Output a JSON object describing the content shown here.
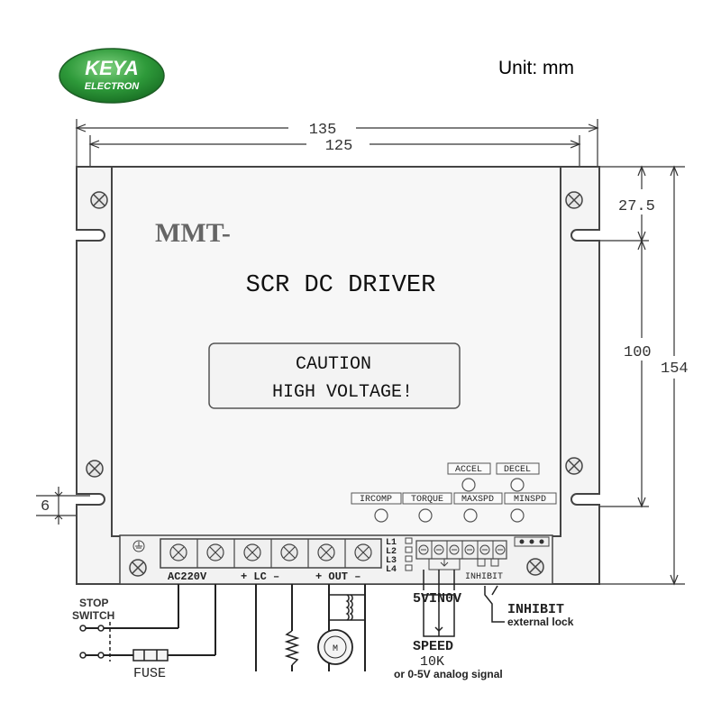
{
  "logo": {
    "line1": "KEYA",
    "line2": "ELECTRON",
    "color": "#2e9a3a"
  },
  "unit_label": "Unit: mm",
  "dimensions": {
    "width_outer": "135",
    "width_inner": "125",
    "top_offset": "27.5",
    "hole_spacing": "100",
    "height": "154",
    "slot": "6"
  },
  "panel": {
    "model": "MMT-",
    "title": "SCR DC DRIVER",
    "caution_line1": "CAUTION",
    "caution_line2": "HIGH VOLTAGE!"
  },
  "pots": {
    "top_row": [
      "ACCEL",
      "DECEL"
    ],
    "bottom_row": [
      "IRCOMP",
      "TORQUE",
      "MAXSPD",
      "MINSPD"
    ]
  },
  "leds": [
    "L1",
    "L2",
    "L3",
    "L4"
  ],
  "terminals": {
    "ac": "AC220V",
    "lc": "+ LC –",
    "out": "+ OUT –",
    "inhibit": "INHIBIT"
  },
  "wiring": {
    "stop_switch_1": "STOP",
    "stop_switch_2": "SWITCH",
    "fuse": "FUSE",
    "pot_pins": "5VIN0V",
    "speed_1": "SPEED",
    "speed_2": "10K",
    "analog": "or 0-5V analog signal",
    "inhibit": "INHIBIT",
    "external_lock": "external lock",
    "motor": "M"
  }
}
